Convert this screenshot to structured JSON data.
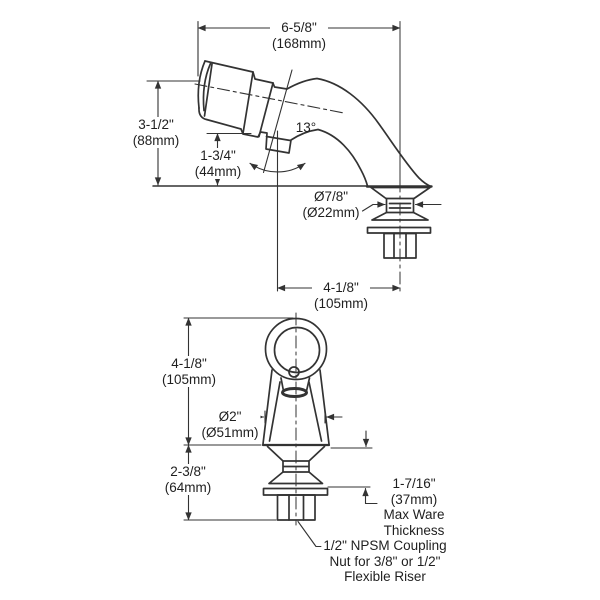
{
  "drawing": {
    "description": "Two-view dimensioned technical drawing of a deck-mounted lavatory spout",
    "colors": {
      "line": "#333333",
      "text": "#1f1f1f",
      "background": "#ffffff"
    }
  },
  "labels": {
    "side_view": {
      "overall_width": [
        "6-5/8\"",
        "(168mm)"
      ],
      "deck_height": [
        "3-1/2\"",
        "(88mm)"
      ],
      "outlet_height": [
        "1-3/4\"",
        "(44mm)"
      ],
      "outlet_angle": "13°",
      "shank_diameter": [
        "Ø7/8\"",
        "(Ø22mm)"
      ],
      "spout_reach": [
        "4-1/8\"",
        "(105mm)"
      ]
    },
    "front_view": {
      "body_height": [
        "4-1/8\"",
        "(105mm)"
      ],
      "base_diameter": [
        "Ø2\"",
        "(Ø51mm)"
      ],
      "under_deck_height": [
        "2-3/8\"",
        "(64mm)"
      ],
      "max_ware_thickness": [
        "1-7/16\"",
        "(37mm)",
        "Max Ware",
        "Thickness"
      ],
      "coupling_note": [
        "1/2\" NPSM Coupling",
        "Nut for 3/8\" or 1/2\"",
        "Flexible Riser"
      ]
    }
  }
}
